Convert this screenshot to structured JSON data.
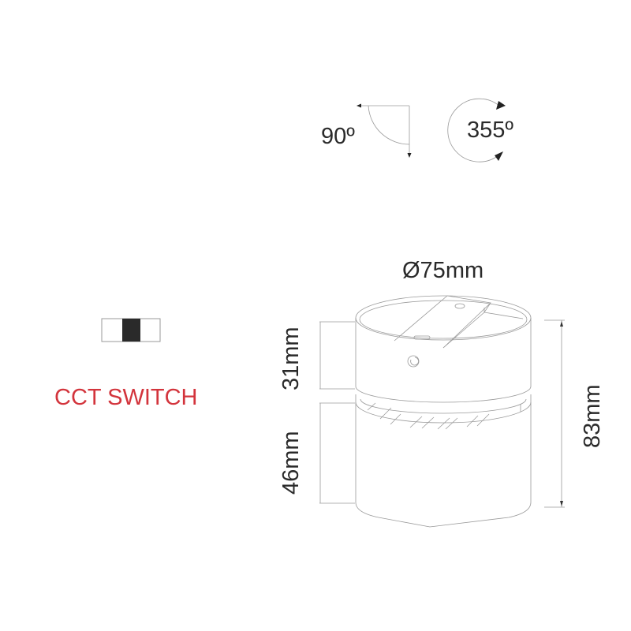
{
  "rotation": {
    "tilt_angle": "90º",
    "rotate_angle": "355º"
  },
  "switch": {
    "label": "CCT  SWITCH",
    "label_color": "#d3343c",
    "segments": [
      "white",
      "black",
      "white"
    ],
    "active_color": "#2a2a2a"
  },
  "dimensions": {
    "diameter": "Ø75mm",
    "top_height": "31mm",
    "bottom_height": "46mm",
    "total_height": "83mm"
  },
  "icons": {
    "tilt": "tilt-90-arc-icon",
    "rotate": "rotate-355-arrows-icon",
    "switch": "three-position-switch-icon",
    "product": "cylinder-spotlight-drawing"
  }
}
